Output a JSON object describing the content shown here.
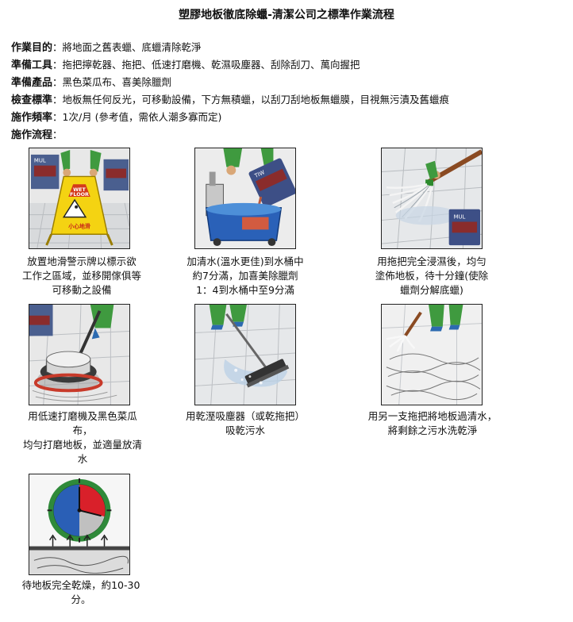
{
  "title": "塑膠地板徹底除蠟-清潔公司之標準作業流程",
  "info": [
    {
      "label": "作業目的",
      "value": "將地面之舊表蠟、底蠟清除乾淨"
    },
    {
      "label": "準備工具",
      "value": "拖把擰乾器、拖把、低速打磨機、乾濕吸塵器、刮除刮刀、萬向握把"
    },
    {
      "label": "準備產品",
      "value": "黑色菜瓜布、喜美除臘劑"
    },
    {
      "label": "檢查標準",
      "value": "地板無任何反光，可移動設備，下方無積蠟，以刮刀刮地板無蠟膜，目視無污漬及舊蠟痕"
    },
    {
      "label": "施作頻率",
      "value": "1次/月 (參考值，需依人潮多寡而定)"
    },
    {
      "label": "施作流程",
      "value": ""
    }
  ],
  "separator": "：",
  "sign_text": {
    "line1": "WET",
    "line2": "FLOOR",
    "line3": "小心地滑"
  },
  "bucket_label": "MUL",
  "steps": [
    {
      "caption": [
        "放置地滑警示牌以標示欲",
        "工作之區域，並移開傢俱等",
        "可移動之設備"
      ],
      "icon": "wet-floor-sign-icon"
    },
    {
      "caption": [
        "加清水(溫水更佳)到水桶中",
        "約7分滿，加喜美除臘劑",
        "1：4到水桶中至9分滿"
      ],
      "icon": "mop-bucket-icon"
    },
    {
      "caption": [
        "用拖把完全浸濕後，均勻",
        "塗佈地板，待十分鐘(使除",
        "蠟劑分解底蠟)"
      ],
      "icon": "mop-icon"
    },
    {
      "caption": [
        "用低速打磨機及黑色菜瓜",
        "布，",
        "均勻打磨地板，並適量放清",
        "水"
      ],
      "icon": "floor-machine-icon"
    },
    {
      "caption": [
        "用乾溼吸塵器（或乾拖把）",
        "吸乾污水"
      ],
      "icon": "wet-vacuum-icon"
    },
    {
      "caption": [
        "用另一支拖把將地板過清水，",
        "將剩餘之污水洗乾淨"
      ],
      "icon": "rinse-mop-icon"
    },
    {
      "caption": [
        "待地板完全乾燥，約10-30",
        "分。"
      ],
      "icon": "clock-icon"
    }
  ]
}
